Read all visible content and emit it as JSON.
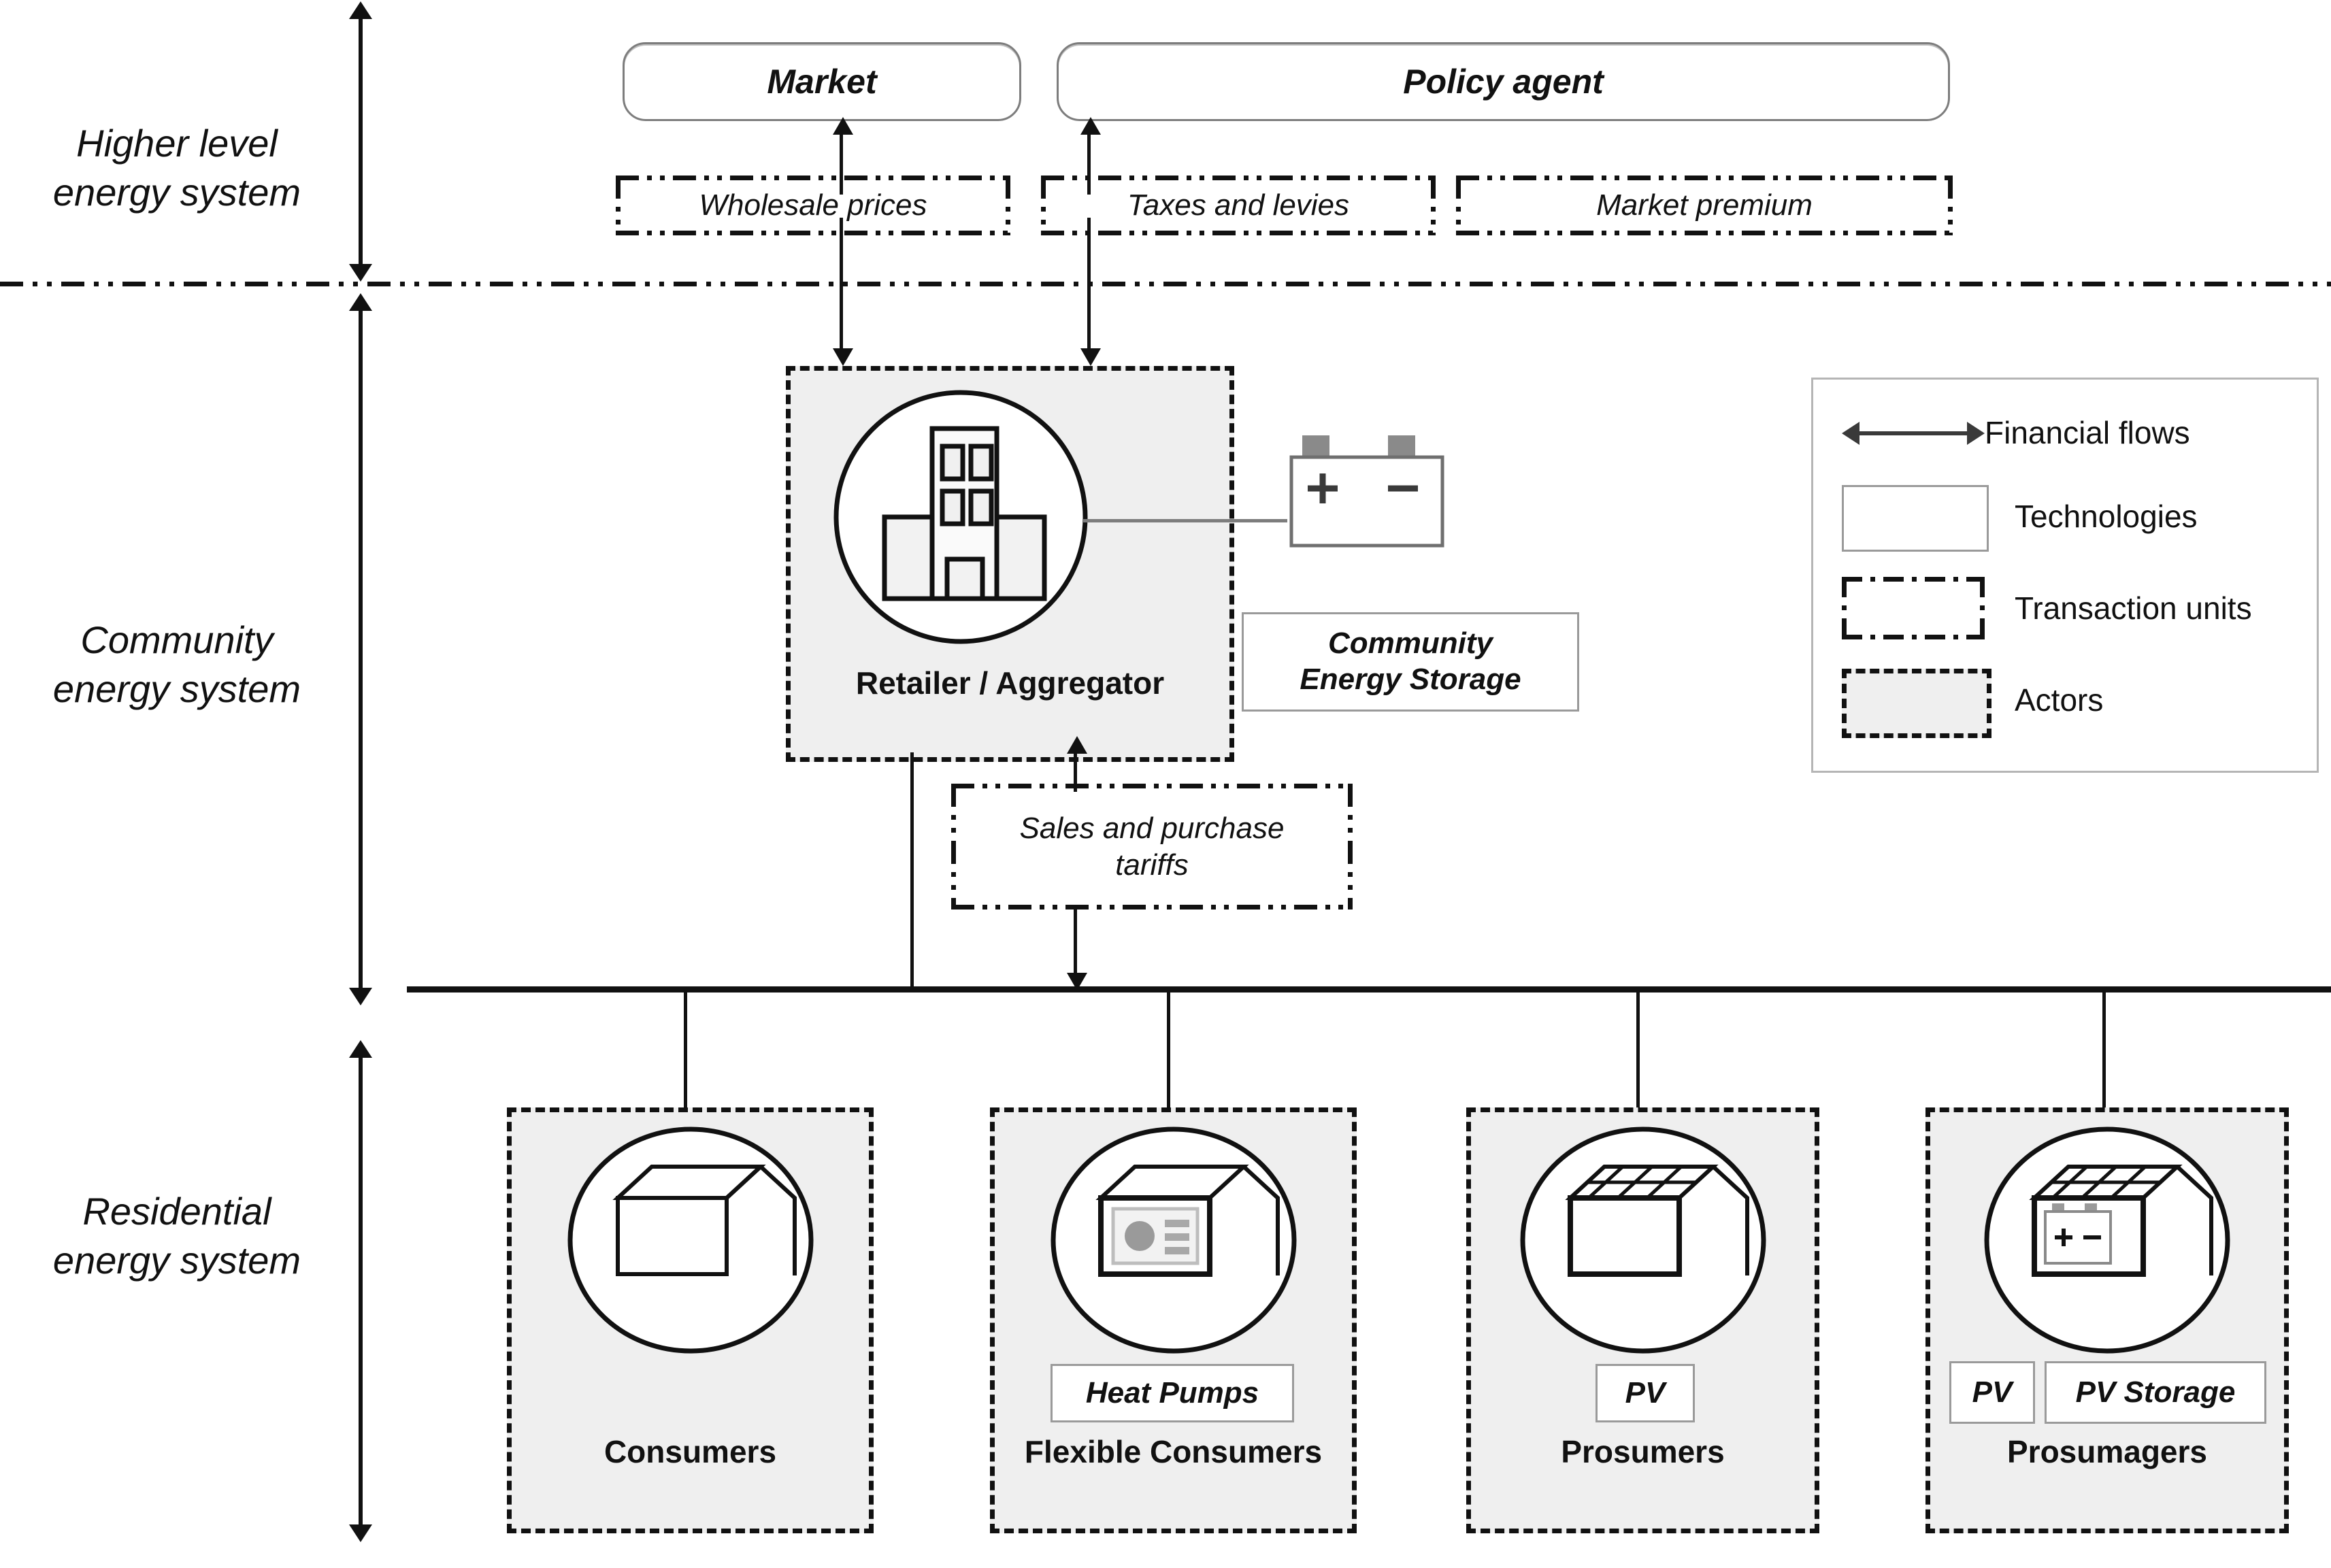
{
  "levels": [
    {
      "id": "higher",
      "label": "Higher level\nenergy system"
    },
    {
      "id": "community",
      "label": "Community\nenergy system"
    },
    {
      "id": "residential",
      "label": "Residential\nenergy system"
    }
  ],
  "higher_level": {
    "actors": [
      {
        "name": "market",
        "label": "Market"
      },
      {
        "name": "policy-agent",
        "label": "Policy agent"
      }
    ],
    "transaction_units": [
      {
        "name": "wholesale-prices",
        "label": "Wholesale prices"
      },
      {
        "name": "taxes-and-levies",
        "label": "Taxes and levies"
      },
      {
        "name": "market-premium",
        "label": "Market premium"
      }
    ]
  },
  "community_level": {
    "actor": {
      "name": "retailer-aggregator",
      "label": "Retailer / Aggregator",
      "icon": "office-building-icon"
    },
    "technology": {
      "name": "community-energy-storage",
      "label": "Community\nEnergy Storage",
      "icon": "battery-icon"
    },
    "transaction_unit": {
      "name": "sales-and-purchase-tariffs",
      "label": "Sales and purchase\ntariffs"
    }
  },
  "residential_level": {
    "actors": [
      {
        "name": "consumers",
        "label": "Consumers",
        "icon": "house-icon",
        "technologies": []
      },
      {
        "name": "flexible-consumers",
        "label": "Flexible Consumers",
        "icon": "house-heatpump-icon",
        "technologies": [
          {
            "name": "heat-pumps",
            "label": "Heat Pumps"
          }
        ]
      },
      {
        "name": "prosumers",
        "label": "Prosumers",
        "icon": "house-pv-icon",
        "technologies": [
          {
            "name": "pv",
            "label": "PV"
          }
        ]
      },
      {
        "name": "prosumagers",
        "label": "Prosumagers",
        "icon": "house-pv-battery-icon",
        "technologies": [
          {
            "name": "pv",
            "label": "PV"
          },
          {
            "name": "pv-storage",
            "label": "PV Storage"
          }
        ]
      }
    ]
  },
  "legend": {
    "items": [
      {
        "name": "financial-flows",
        "label": "Financial flows",
        "symbol": "double-arrow"
      },
      {
        "name": "technologies",
        "label": "Technologies",
        "symbol": "solid-rect"
      },
      {
        "name": "transaction-units",
        "label": "Transaction units",
        "symbol": "dashdot-rect"
      },
      {
        "name": "actors",
        "label": "Actors",
        "symbol": "dashed-filled-rect"
      }
    ]
  },
  "colors": {
    "ink": "#111111",
    "actor_fill": "#efefef",
    "tech_stroke": "#9a9a9a",
    "pill_stroke": "#7d7d7d",
    "legend_stroke": "#b5b5b5",
    "battery_terminal": "#8a8a8a"
  }
}
